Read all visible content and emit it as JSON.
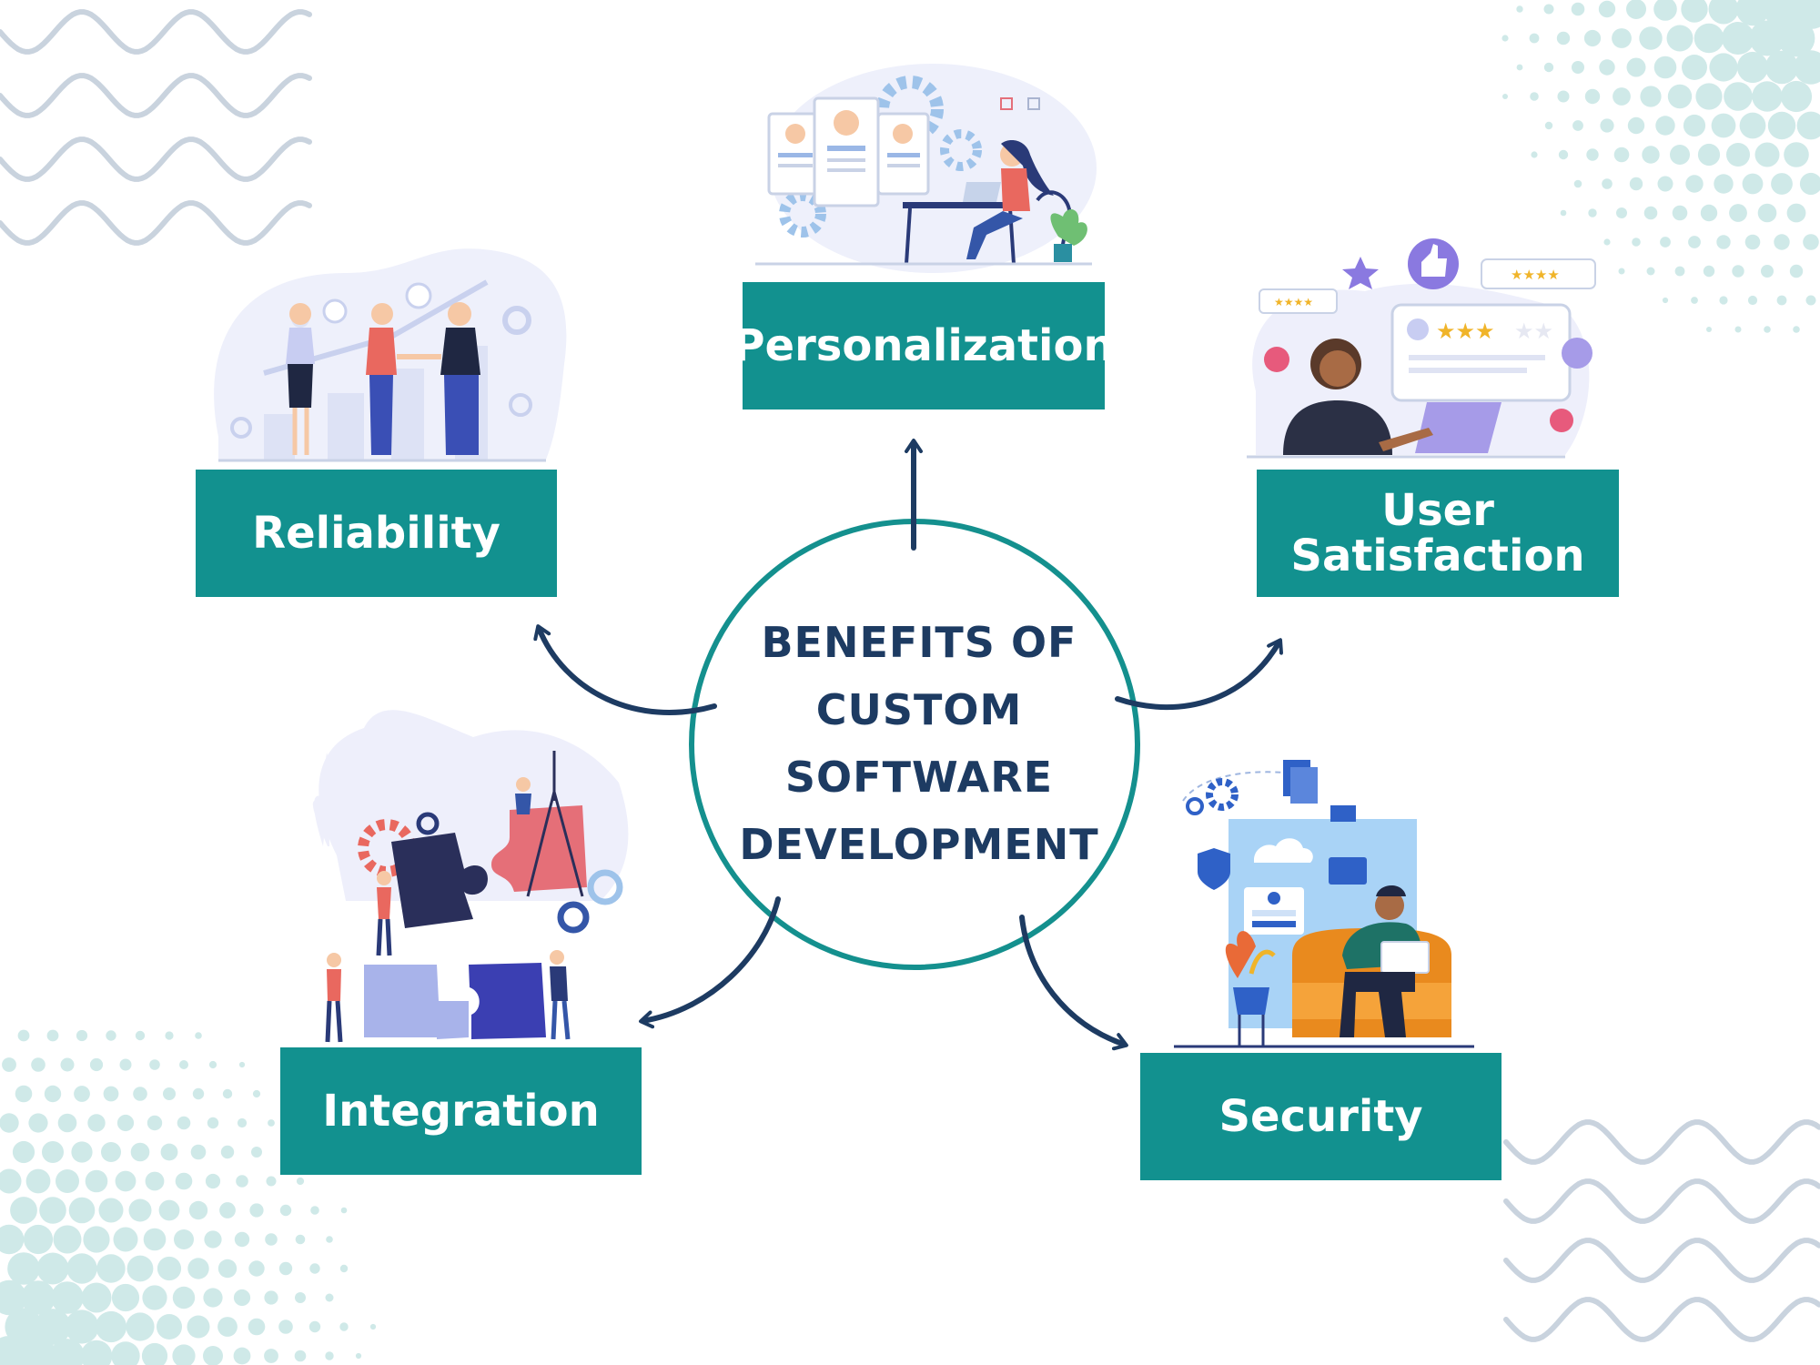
{
  "diagram": {
    "center": {
      "title": "BENEFITS OF\nCUSTOM\nSOFTWARE\nDEVELOPMENT"
    },
    "benefits": [
      {
        "id": "personalization",
        "label": "Personalization"
      },
      {
        "id": "reliability",
        "label": "Reliability"
      },
      {
        "id": "user-satisfaction",
        "label": "User\nSatisfaction"
      },
      {
        "id": "integration",
        "label": "Integration"
      },
      {
        "id": "security",
        "label": "Security"
      }
    ]
  },
  "colors": {
    "label_fill": "#12918f",
    "circle_stroke": "#14908e",
    "title_text": "#1d3b62",
    "arrow": "#1d3b62",
    "dots": "#cfe9e8",
    "waves": "#c9d3de"
  }
}
